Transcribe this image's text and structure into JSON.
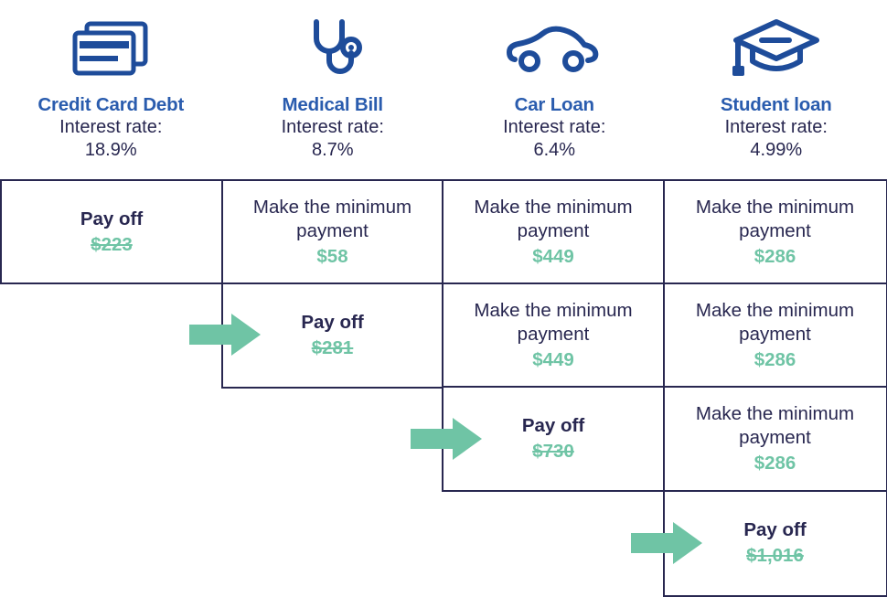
{
  "colors": {
    "icon_blue": "#1E4C9A",
    "title_blue": "#2A5CAE",
    "navy_text": "#282750",
    "mint_green": "#6FC4A5",
    "border_navy": "#282750",
    "background": "#FFFFFF"
  },
  "labels": {
    "interest_rate": "Interest rate:",
    "pay_off": "Pay off",
    "make_minimum": "Make the minimum payment"
  },
  "debts": [
    {
      "name": "Credit Card Debt",
      "icon": "credit-cards-icon",
      "rate_label": "Interest rate:",
      "rate_value": "18.9%"
    },
    {
      "name": "Medical Bill",
      "icon": "stethoscope-icon",
      "rate_label": "Interest rate:",
      "rate_value": "8.7%"
    },
    {
      "name": "Car Loan",
      "icon": "car-icon",
      "rate_label": "Interest rate:",
      "rate_value": "6.4%"
    },
    {
      "name": "Student loan",
      "icon": "graduation-cap-icon",
      "rate_label": "Interest rate:",
      "rate_value": "4.99%"
    }
  ],
  "rows": [
    {
      "row_index": 1,
      "arrow": null,
      "cells": [
        {
          "column": 0,
          "type": "pay_off",
          "action": "Pay off",
          "amount": "$223",
          "struck": true
        },
        {
          "column": 1,
          "type": "minimum",
          "action": "Make the minimum payment",
          "amount": "$58",
          "struck": false
        },
        {
          "column": 2,
          "type": "minimum",
          "action": "Make the minimum payment",
          "amount": "$449",
          "struck": false
        },
        {
          "column": 3,
          "type": "minimum",
          "action": "Make the minimum payment",
          "amount": "$286",
          "struck": false
        }
      ]
    },
    {
      "row_index": 2,
      "arrow": {
        "points_to_column": 1
      },
      "cells": [
        {
          "column": 1,
          "type": "pay_off",
          "action": "Pay off",
          "amount": "$281",
          "struck": true
        },
        {
          "column": 2,
          "type": "minimum",
          "action": "Make the minimum payment",
          "amount": "$449",
          "struck": false
        },
        {
          "column": 3,
          "type": "minimum",
          "action": "Make the minimum payment",
          "amount": "$286",
          "struck": false
        }
      ]
    },
    {
      "row_index": 3,
      "arrow": {
        "points_to_column": 2
      },
      "cells": [
        {
          "column": 2,
          "type": "pay_off",
          "action": "Pay off",
          "amount": "$730",
          "struck": true
        },
        {
          "column": 3,
          "type": "minimum",
          "action": "Make the minimum payment",
          "amount": "$286",
          "struck": false
        }
      ]
    },
    {
      "row_index": 4,
      "arrow": {
        "points_to_column": 3
      },
      "cells": [
        {
          "column": 3,
          "type": "pay_off",
          "action": "Pay off",
          "amount": "$1,016",
          "struck": true
        }
      ]
    }
  ]
}
